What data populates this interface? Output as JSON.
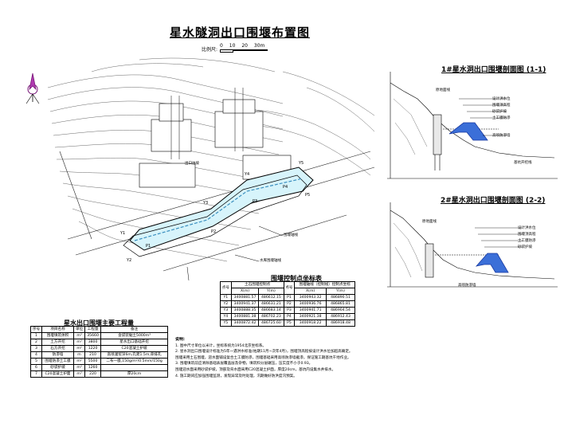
{
  "title": "星水隧洞出口围堰布置图",
  "scale": {
    "label": "比例尺:",
    "marks": [
      "0",
      "10",
      "20",
      "30m"
    ]
  },
  "section1": {
    "title": "1#星水洞出口围堰剖面图 (1-1)"
  },
  "section2": {
    "title": "2#星水洞出口围堰剖面图 (2-2)"
  },
  "plan_labels": {
    "cofferdam_axis": "围堰轴线",
    "outlet_slope": "出口边坡",
    "river_label": "水库围堰轴线"
  },
  "coord_table": {
    "title": "围堰控制点坐标表",
    "head_no": "点号",
    "head_group1": "土石围堰控制点",
    "head_group2": "围堰轴线（控制线）控制点坐标",
    "head_x": "X(m)",
    "head_y": "Y(m)",
    "rows": [
      [
        "Y1",
        "3400881.57",
        "486612.15",
        "P1",
        "3400943.32",
        "486890.51"
      ],
      [
        "Y2",
        "3400941.37",
        "486631.21",
        "P2",
        "3400936.76",
        "486865.81"
      ],
      [
        "Y3",
        "3400888.35",
        "486683.14",
        "P3",
        "3400941.71",
        "486904.54"
      ],
      [
        "Y4",
        "3400881.38",
        "486702.23",
        "P4",
        "3400921.38",
        "486912.43"
      ],
      [
        "Y5",
        "3400872.42",
        "486725.60",
        "P5",
        "3400918.22",
        "486918.48"
      ]
    ]
  },
  "qty_table": {
    "title": "星水出口围堰主要工程量",
    "headers": [
      "序号",
      "项目名称",
      "单位",
      "工程量",
      "备注"
    ],
    "rows": [
      [
        "1",
        "围堰填筑体积",
        "m³",
        "35660",
        "含袋装黏土5000m³"
      ],
      [
        "2",
        "土方开挖",
        "m³",
        "3800",
        "星水出口基础开挖"
      ],
      [
        "3",
        "石方开挖",
        "m²",
        "1220",
        "C20混凝土护坡"
      ],
      [
        "4",
        "防渗墙",
        "m",
        "210",
        "高喷灌浆深6m,孔距1.5m,单排孔"
      ],
      [
        "5",
        "围堰防渗土工膜",
        "m²",
        "5500",
        "二布一膜,150g/m²/0.5mm/150g"
      ],
      [
        "6",
        "砂袋护坡",
        "m³",
        "1260",
        ""
      ],
      [
        "7",
        "C20混凝土护面",
        "m³",
        "220",
        "厚20cm"
      ]
    ]
  },
  "notes": {
    "title": "说明:",
    "lines": [
      "1. 图中尺寸单位以米计，坐标系统为1954北京坐标系。",
      "2. 星水洞出口围堰设计标准为5年一遇洪水标准(枯期11月~次年4月)，围堰顶高程按设计洪水位加超高确定。",
      "   围堰采用土石围堰，迎水面铺设复合土工膜防渗，围堰基础采用高喷防渗墙截渗，保证施工期基坑干地作业。",
      "3. 围堰填筑前应清除基础表层覆盖层及杂物，填筑料分层碾压，压实度不小于0.93。",
      "   围堰迎水面采用砂袋护坡，顶部及背水面采用C20混凝土护面，厚度20cm，基坑内设集水井排水。",
      "4. 施工期间应加强围堰监测，发现异常及时处理，汛期做好防洪度汛预案。"
    ]
  },
  "section_callouts": {
    "s1": [
      "原地面线",
      "设计洪水位",
      "围堰顶高程",
      "砂袋护坡",
      "土工膜防渗",
      "高喷防渗墙",
      "基坑开挖线"
    ],
    "s2": [
      "原地面线",
      "设计洪水位",
      "围堰顶高程",
      "土工膜防渗",
      "砂袋护坡",
      "高喷防渗墙"
    ]
  }
}
